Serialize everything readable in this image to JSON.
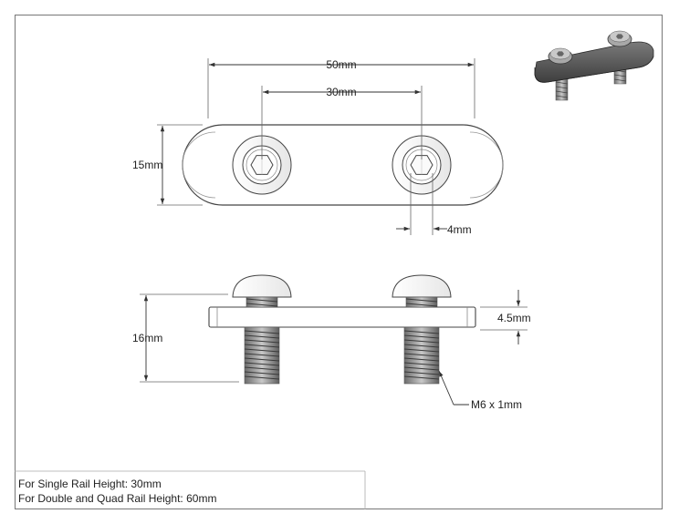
{
  "dimensions": {
    "overall_length": "50mm",
    "hole_spacing": "30mm",
    "plate_width": "15mm",
    "hex_size": "4mm",
    "total_height": "16mm",
    "plate_thickness": "4.5mm",
    "thread": "M6 x 1mm"
  },
  "notes": {
    "single_rail": "For Single Rail Height: 30mm",
    "double_quad_rail": "For Double and Quad Rail Height: 60mm"
  },
  "colors": {
    "line": "#444444",
    "thin_line": "#666666",
    "iso_body": "#5a5a5a",
    "iso_bolt": "#8a8a8a"
  }
}
